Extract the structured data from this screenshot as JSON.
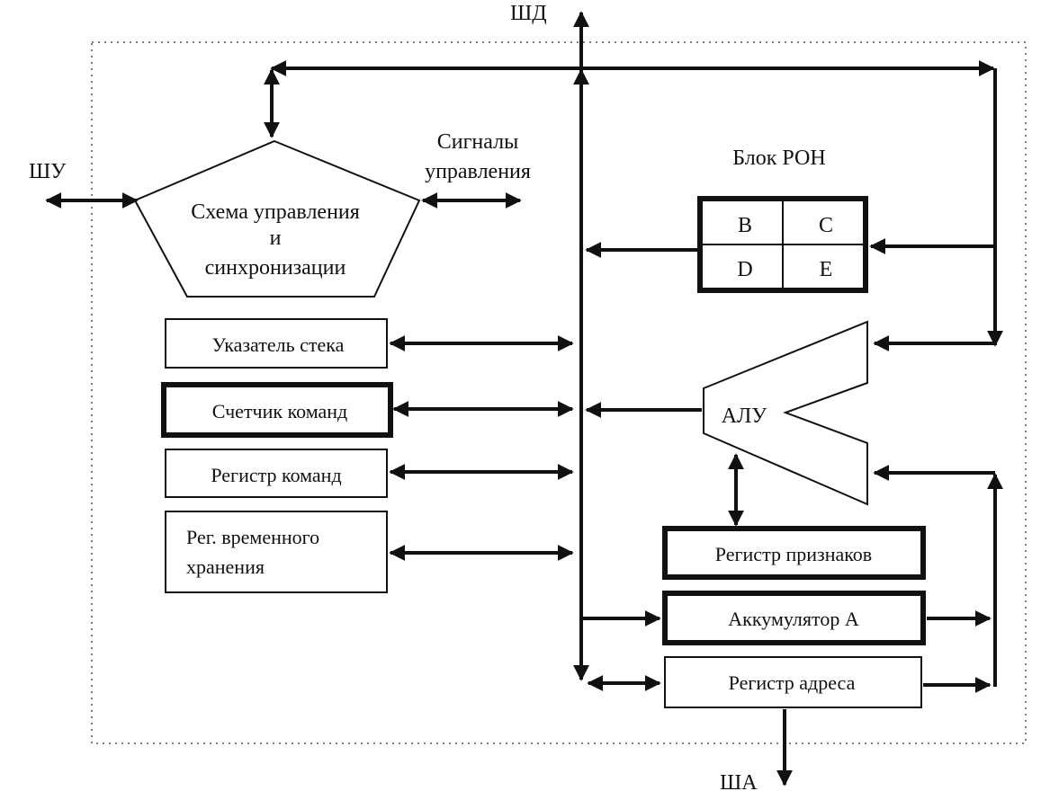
{
  "diagram": {
    "buses": {
      "data": "ШД",
      "control": "ШУ",
      "address": "ША"
    },
    "control_unit": {
      "line1": "Схема управления",
      "line2": "и",
      "line3": "синхронизации"
    },
    "control_signals": {
      "line1": "Сигналы",
      "line2": "управления"
    },
    "registers": {
      "stack_pointer": "Указатель стека",
      "program_counter": "Счетчик команд",
      "instruction_register": "Регистр команд",
      "temp_register_line1": "Рег. временного",
      "temp_register_line2": "хранения",
      "flags_register": "Регистр признаков",
      "accumulator": "Аккумулятор   А",
      "address_register": "Регистр адреса"
    },
    "gpr_block": {
      "title": "Блок РОН",
      "cells": [
        "B",
        "C",
        "D",
        "E"
      ]
    },
    "alu": "АЛУ"
  }
}
